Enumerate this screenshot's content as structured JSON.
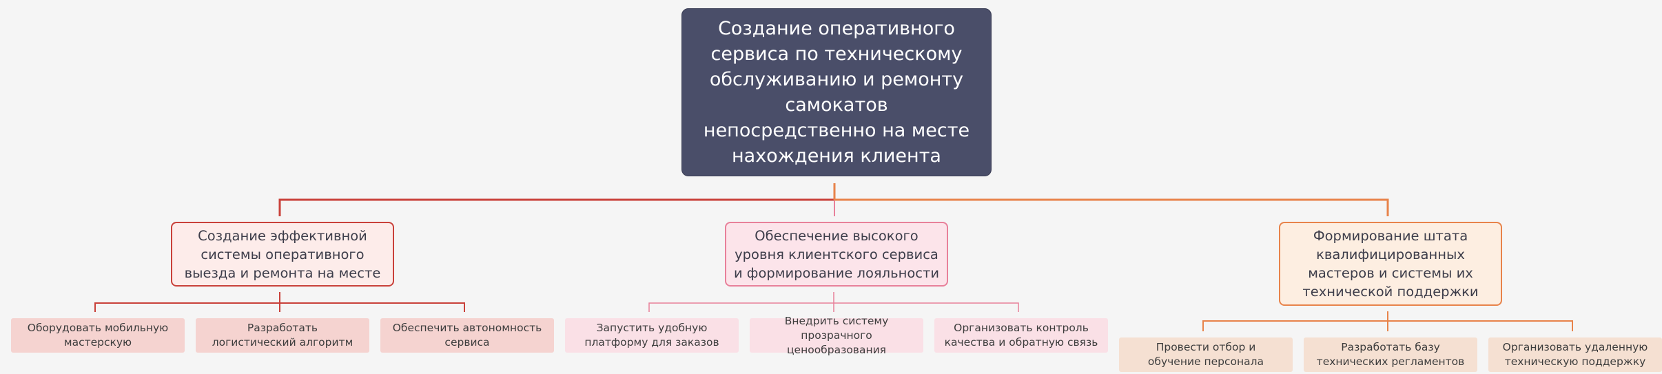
{
  "root": {
    "title": "Создание оперативного сервиса по техническому обслуживанию и ремонту самокатов непосредственно на месте нахождения клиента"
  },
  "branches": [
    {
      "label": "Создание эффективной системы оперативного выезда и ремонта на месте",
      "color": "#c9413a",
      "fill": "#fdecea",
      "leaf_fill": "#f5d3d0",
      "leaves": [
        {
          "label": "Оборудовать мобильную мастерскую"
        },
        {
          "label": "Разработать логистический алгоритм"
        },
        {
          "label": "Обеспечить автономность сервиса"
        }
      ]
    },
    {
      "label": "Обеспечение высокого уровня клиентского сервиса и формирование лояльности",
      "color": "#e8809a",
      "fill": "#fce4ea",
      "leaf_fill": "#fae0e6",
      "leaves": [
        {
          "label": "Запустить удобную платформу для заказов"
        },
        {
          "label": "Внедрить систему прозрачного ценообразования"
        },
        {
          "label": "Организовать контроль качества и обратную связь"
        }
      ]
    },
    {
      "label": "Формирование штата квалифицированных мастеров и системы их технической поддержки",
      "color": "#e8834a",
      "fill": "#fdeee1",
      "leaf_fill": "#f5e0d2",
      "leaves": [
        {
          "label": "Провести отбор и обучение персонала"
        },
        {
          "label": "Разработать базу технических регламентов"
        },
        {
          "label": "Организовать удаленную техническую поддержку"
        }
      ]
    }
  ]
}
